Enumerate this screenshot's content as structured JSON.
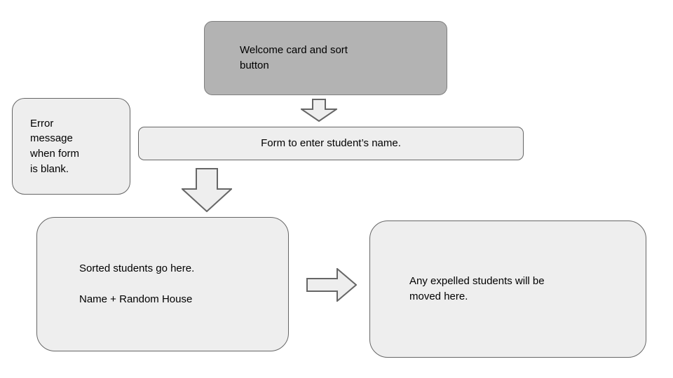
{
  "diagram": {
    "title": "Student sorting app wireframe flowchart",
    "background_color": "#ffffff",
    "nodes": [
      {
        "id": "welcome",
        "label": "Welcome card and sort\nbutton",
        "fill": "#b3b3b3",
        "stroke": "#7f7f7f",
        "text_color": "#000000",
        "shape": "rounded-rectangle"
      },
      {
        "id": "error",
        "label": "Error\nmessage\nwhen form\nis blank.",
        "fill": "#eeeeee",
        "stroke": "#666666",
        "text_color": "#000000",
        "shape": "rounded-rectangle"
      },
      {
        "id": "form",
        "label": "Form to enter student’s name.",
        "fill": "#eeeeee",
        "stroke": "#666666",
        "text_color": "#000000",
        "shape": "rounded-rectangle"
      },
      {
        "id": "sorted",
        "label": "Sorted students go here.\n\nName + Random House",
        "fill": "#eeeeee",
        "stroke": "#666666",
        "text_color": "#000000",
        "shape": "rounded-rectangle"
      },
      {
        "id": "expelled",
        "label": "Any expelled students will be\nmoved here.",
        "fill": "#eeeeee",
        "stroke": "#666666",
        "text_color": "#000000",
        "shape": "rounded-rectangle"
      }
    ],
    "arrows": [
      {
        "id": "welcome-to-form",
        "direction": "down",
        "from": "welcome",
        "to": "form",
        "fill": "#eeeeee",
        "stroke": "#666666"
      },
      {
        "id": "form-to-sorted",
        "direction": "down",
        "from": "form",
        "to": "sorted",
        "fill": "#eeeeee",
        "stroke": "#666666"
      },
      {
        "id": "sorted-to-expelled",
        "direction": "right",
        "from": "sorted",
        "to": "expelled",
        "fill": "#eeeeee",
        "stroke": "#666666"
      }
    ]
  }
}
